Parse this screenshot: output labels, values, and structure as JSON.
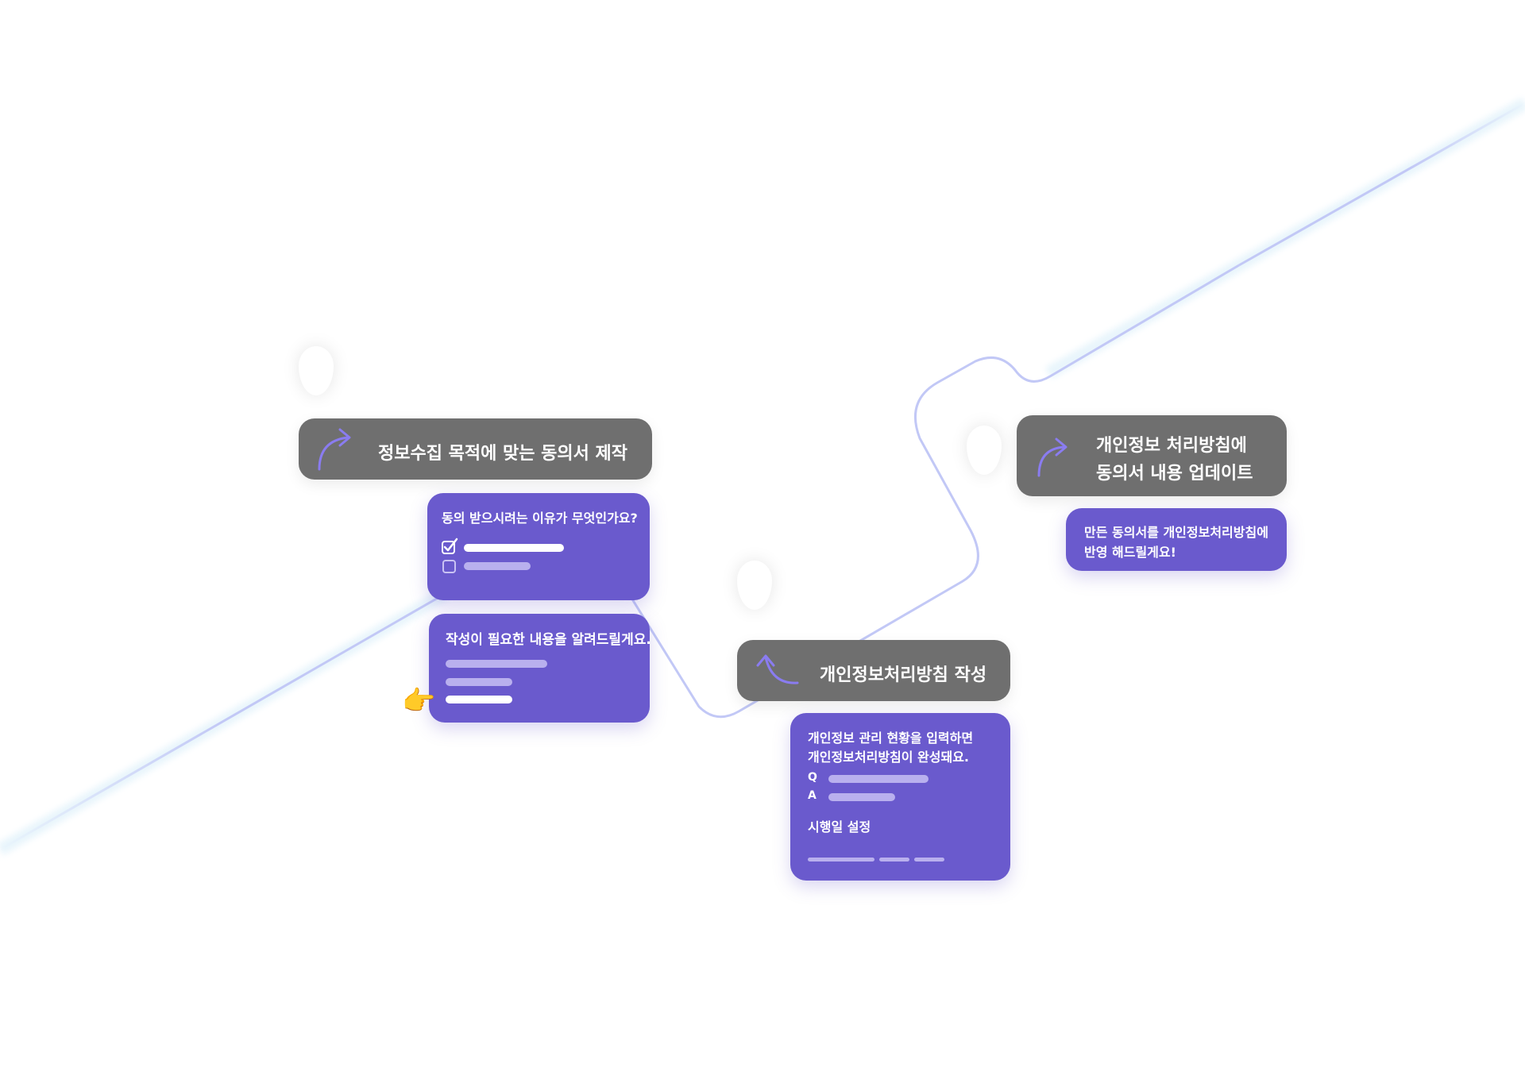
{
  "steps": {
    "consent": {
      "title": "정보수집 목적에 맞는 동의서 제작",
      "question_card": {
        "text": "동의 받으시려는 이유가 무엇인가요?"
      },
      "guide_card": {
        "text": "작성이 필요한 내용을 알려드릴게요."
      }
    },
    "policy": {
      "title": "개인정보처리방침 작성",
      "card": {
        "line1": "개인정보 관리 현황을 입력하면",
        "line2": "개인정보처리방침이 완성돼요.",
        "q_label": "Q",
        "a_label": "A",
        "date_label": "시행일 설정"
      }
    },
    "update": {
      "title_line1": "개인정보 처리방침에",
      "title_line2": "동의서 내용 업데이트",
      "card": {
        "line1": "만든 동의서를 개인정보처리방침에",
        "line2": "반영 해드릴게요!"
      }
    }
  },
  "colors": {
    "header_bg": "#6f6f6f",
    "card_bg": "#6a5acd",
    "accent_arrow": "#8a7cf0",
    "path_line": "#c2c8f6"
  },
  "icons": {
    "pointing_hand": "👉",
    "checkbox_checked": "checkbox-checked-icon",
    "checkbox_empty": "checkbox-empty-icon"
  }
}
